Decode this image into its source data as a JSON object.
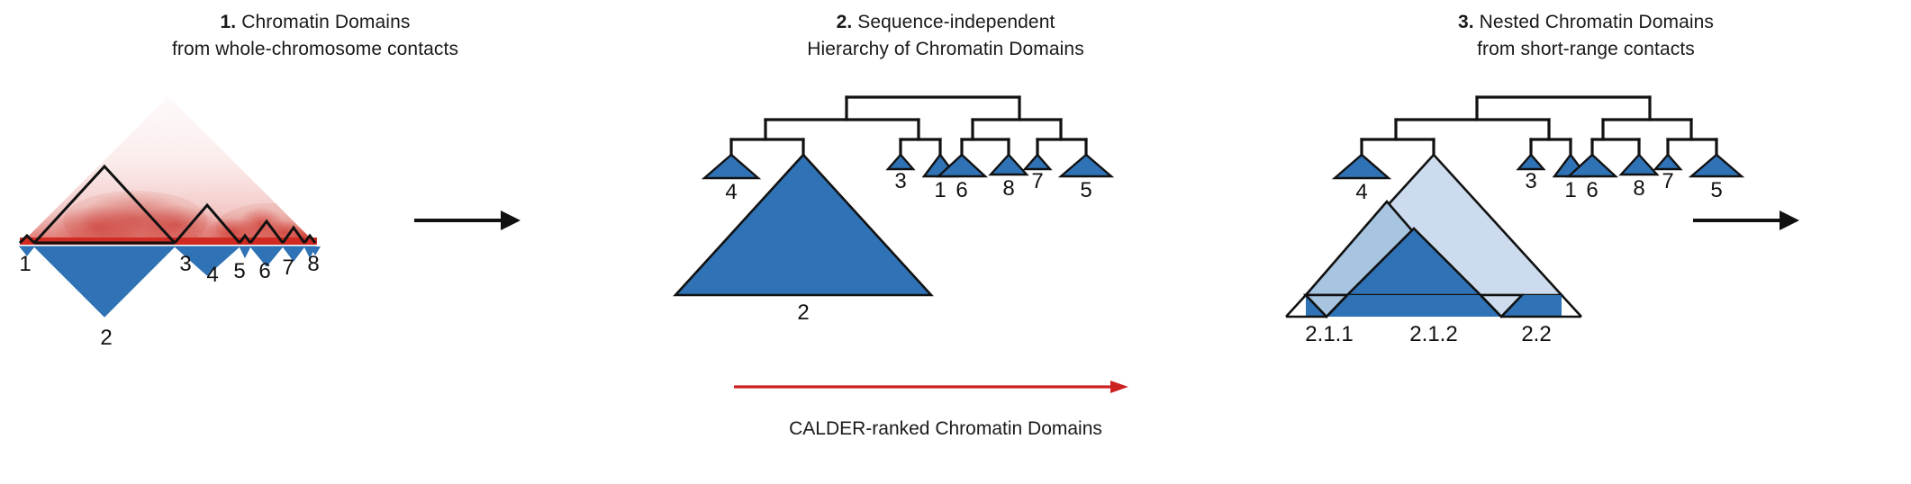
{
  "figure": {
    "background": "#ffffff",
    "colors": {
      "domain_blue": "#2f72b5",
      "domain_blue_mid": "#a7c4e0",
      "domain_blue_light": "#ccdcee",
      "heatmap_red": "#d62728",
      "heatmap_pink": "#e8a0a0",
      "outline_black": "#111111",
      "arrow_red": "#cc2222",
      "text_black": "#1a1a1a"
    }
  },
  "panels": [
    {
      "id": "panel-1",
      "number": "1.",
      "title_line1": "Chromatin Domains",
      "title_line2": "from whole-chromosome contacts",
      "type": "contact-map-with-domains",
      "domain_labels": [
        "1",
        "2",
        "3",
        "4",
        "5",
        "6",
        "7",
        "8"
      ]
    },
    {
      "id": "panel-2",
      "number": "2.",
      "title_line1": "Sequence-independent",
      "title_line2": "Hierarchy of Chromatin Domains",
      "type": "dendrogram-with-domains",
      "leaf_labels": [
        "4",
        "3",
        "1",
        "6",
        "8",
        "7",
        "5"
      ],
      "large_domain_label": "2"
    },
    {
      "id": "panel-3",
      "number": "3.",
      "title_line1": "Nested Chromatin Domains",
      "title_line2": "from short-range contacts",
      "type": "dendrogram-with-nested-domains",
      "leaf_labels": [
        "4",
        "3",
        "1",
        "6",
        "8",
        "7",
        "5"
      ],
      "nested_labels": [
        "2.1.1",
        "2.1.2",
        "2.2"
      ]
    }
  ],
  "calder": {
    "caption": "CALDER-ranked Chromatin Domains",
    "arrow_color": "#cc2222"
  },
  "icons": {
    "flow_arrow": "right-arrow-icon",
    "rank_arrow": "red-right-arrow-icon"
  }
}
